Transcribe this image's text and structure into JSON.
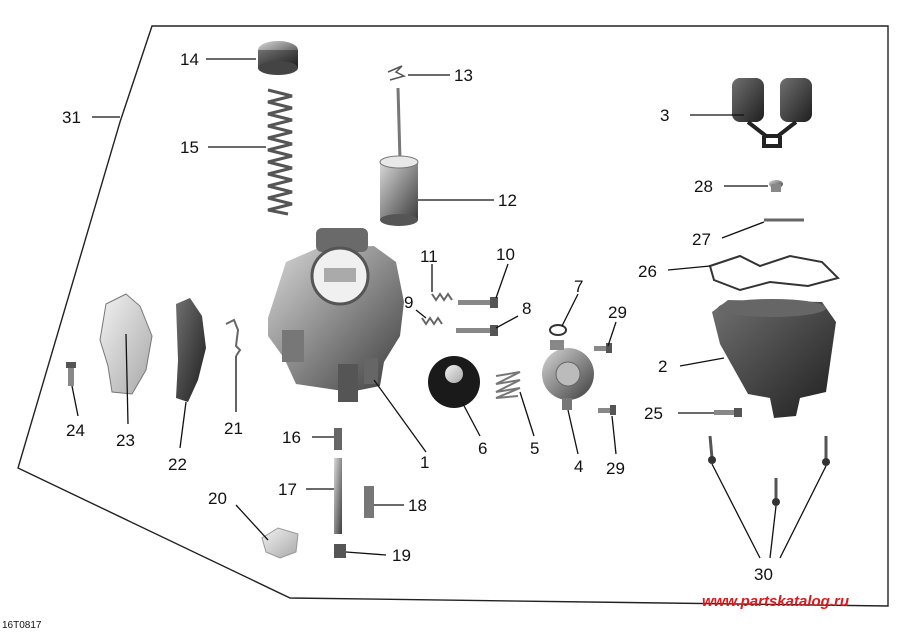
{
  "diagram": {
    "code": "16T0817",
    "watermark": "www.partskatalog.ru",
    "parts": [
      {
        "id": "p1",
        "label": "1",
        "name": "carburetor-body"
      },
      {
        "id": "p2",
        "label": "2",
        "name": "float-bowl"
      },
      {
        "id": "p3",
        "label": "3",
        "name": "float"
      },
      {
        "id": "p4",
        "label": "4",
        "name": "diaphragm-cover"
      },
      {
        "id": "p5",
        "label": "5",
        "name": "diaphragm-spring"
      },
      {
        "id": "p6",
        "label": "6",
        "name": "diaphragm"
      },
      {
        "id": "p7",
        "label": "7",
        "name": "o-ring"
      },
      {
        "id": "p8",
        "label": "8",
        "name": "adjust-screw"
      },
      {
        "id": "p9",
        "label": "9",
        "name": "screw-spring"
      },
      {
        "id": "p10",
        "label": "10",
        "name": "idle-screw"
      },
      {
        "id": "p11",
        "label": "11",
        "name": "idle-spring"
      },
      {
        "id": "p12",
        "label": "12",
        "name": "throttle-slide"
      },
      {
        "id": "p13",
        "label": "13",
        "name": "needle-clip"
      },
      {
        "id": "p14",
        "label": "14",
        "name": "cap"
      },
      {
        "id": "p15",
        "label": "15",
        "name": "slide-spring"
      },
      {
        "id": "p16",
        "label": "16",
        "name": "pilot-jet"
      },
      {
        "id": "p17",
        "label": "17",
        "name": "needle-jet"
      },
      {
        "id": "p18",
        "label": "18",
        "name": "main-jet"
      },
      {
        "id": "p19",
        "label": "19",
        "name": "jet-plug"
      },
      {
        "id": "p20",
        "label": "20",
        "name": "nozzle-cap"
      },
      {
        "id": "p21",
        "label": "21",
        "name": "lever-spring"
      },
      {
        "id": "p22",
        "label": "22",
        "name": "throttle-lever"
      },
      {
        "id": "p23",
        "label": "23",
        "name": "bracket"
      },
      {
        "id": "p24",
        "label": "24",
        "name": "bracket-screw"
      },
      {
        "id": "p25",
        "label": "25",
        "name": "drain-screw"
      },
      {
        "id": "p26",
        "label": "26",
        "name": "bowl-gasket"
      },
      {
        "id": "p27",
        "label": "27",
        "name": "float-pin"
      },
      {
        "id": "p28",
        "label": "28",
        "name": "float-valve"
      },
      {
        "id": "p29a",
        "label": "29",
        "name": "cover-screw-upper"
      },
      {
        "id": "p29b",
        "label": "29",
        "name": "cover-screw-lower"
      },
      {
        "id": "p30",
        "label": "30",
        "name": "bowl-screws"
      },
      {
        "id": "p31",
        "label": "31",
        "name": "kit-outline"
      }
    ]
  }
}
